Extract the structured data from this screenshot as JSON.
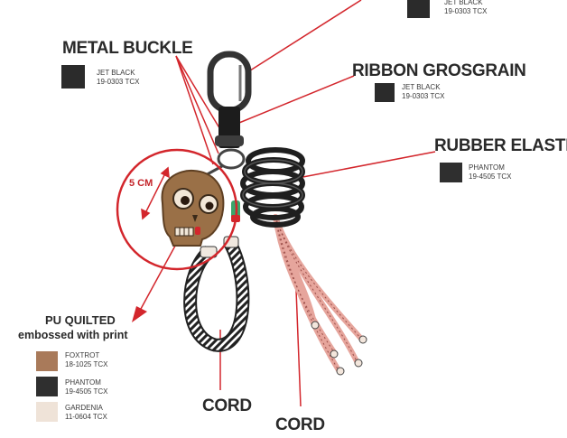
{
  "colors": {
    "accent_red": "#d3262c",
    "ink": "#2a2a2a",
    "jet_black": "#2b2b2b",
    "phantom": "#2f2f2f",
    "foxtrot": "#a97a5a",
    "gardenia": "#efe3d8",
    "skull": "#9a7047",
    "cord_pink": "#e6a59c"
  },
  "labels": {
    "metal_buckle": {
      "title": "METAL BUCKLE",
      "color_name": "JET BLACK",
      "color_code": "19-0303 TCX",
      "swatch_color": "#2b2b2b"
    },
    "top_cut": {
      "color_name": "JET BLACK",
      "color_code": "19-0303 TCX",
      "swatch_color": "#2b2b2b"
    },
    "ribbon": {
      "title": "RIBBON GROSGRAIN",
      "color_name": "JET BLACK",
      "color_code": "19-0303 TCX",
      "swatch_color": "#2b2b2b"
    },
    "rubber": {
      "title": "RUBBER ELASTI",
      "color_name": "PHANTOM",
      "color_code": "19-4505 TCX",
      "swatch_color": "#2f2f2f"
    },
    "pu": {
      "title_line1": "PU QUILTED",
      "title_line2": "embossed with print",
      "swatches": [
        {
          "name": "FOXTROT",
          "code": "18-1025 TCX",
          "color": "#a97a5a"
        },
        {
          "name": "PHANTOM",
          "code": "19-4505 TCX",
          "color": "#2f2f2f"
        },
        {
          "name": "GARDENIA",
          "code": "11-0604 TCX",
          "color": "#efe3d8"
        }
      ]
    },
    "cord_left": {
      "title": "CORD"
    },
    "cord_right": {
      "title": "CORD"
    },
    "dimension": {
      "text": "5 CM"
    }
  }
}
